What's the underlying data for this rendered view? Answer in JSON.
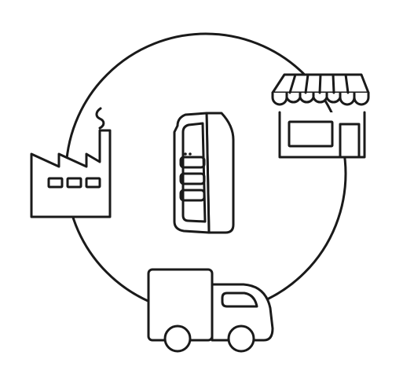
{
  "diagram": {
    "type": "cycle",
    "nodes": [
      {
        "id": "factory",
        "icon": "factory-icon"
      },
      {
        "id": "shop",
        "icon": "shop-icon"
      },
      {
        "id": "truck",
        "icon": "delivery-truck-icon"
      },
      {
        "id": "vending-machine",
        "icon": "vending-machine-icon"
      }
    ],
    "colors": {
      "stroke": "#1a1a1a",
      "background": "#ffffff"
    }
  }
}
